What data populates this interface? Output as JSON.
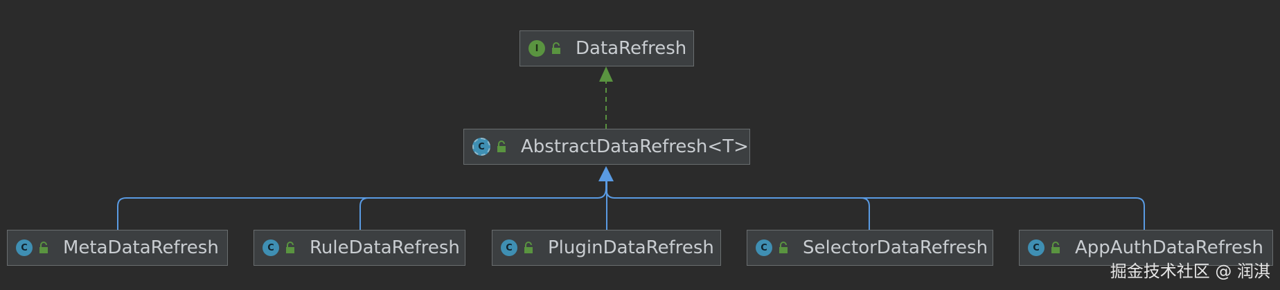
{
  "diagram": {
    "interface": {
      "label": "DataRefresh",
      "badge": "I"
    },
    "abstract": {
      "label": "AbstractDataRefresh<T>",
      "badge": "C"
    },
    "classes": [
      {
        "label": "MetaDataRefresh",
        "badge": "C"
      },
      {
        "label": "RuleDataRefresh",
        "badge": "C"
      },
      {
        "label": "PluginDataRefresh",
        "badge": "C"
      },
      {
        "label": "SelectorDataRefresh",
        "badge": "C"
      },
      {
        "label": "AppAuthDataRefresh",
        "badge": "C"
      }
    ],
    "colors": {
      "background": "#2b2b2b",
      "node_fill": "#3c3f41",
      "node_border": "#6a6e70",
      "implements_edge": "#5a9440",
      "extends_edge": "#5a9be3"
    }
  },
  "watermark": "掘金技术社区 @ 润淇"
}
